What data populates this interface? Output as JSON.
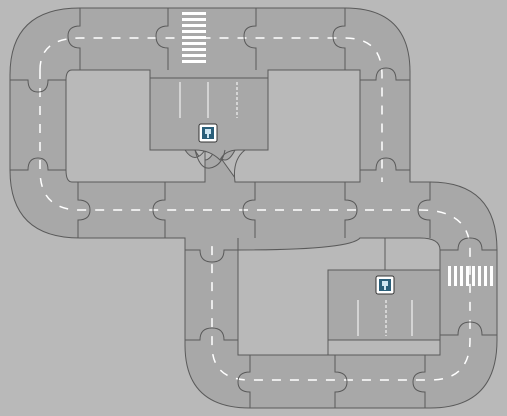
{
  "colors": {
    "background": "#b9b9b9",
    "tile": "#a8a8a8",
    "tile_edge": "#5a5a5a",
    "lane_marking": "#ffffff",
    "parking_line": "#e6e6e6",
    "token_fill": "#2a5f7a",
    "token_frame": "#ffffff"
  },
  "board": {
    "pieces": [
      {
        "kind": "curve",
        "id": "curve-top-left"
      },
      {
        "kind": "straight",
        "id": "straight-top-1"
      },
      {
        "kind": "crosswalk",
        "id": "crosswalk-top"
      },
      {
        "kind": "straight",
        "id": "straight-top-2"
      },
      {
        "kind": "curve",
        "id": "curve-top-right"
      },
      {
        "kind": "straight",
        "id": "straight-left-1"
      },
      {
        "kind": "curve",
        "id": "curve-left-bottom"
      },
      {
        "kind": "straight",
        "id": "straight-mid-1"
      },
      {
        "kind": "intersection",
        "id": "intersection-center"
      },
      {
        "kind": "straight",
        "id": "straight-mid-2"
      },
      {
        "kind": "straight",
        "id": "straight-right-1"
      },
      {
        "kind": "curve",
        "id": "curve-right-upper"
      },
      {
        "kind": "crosswalk",
        "id": "crosswalk-right"
      },
      {
        "kind": "straight",
        "id": "straight-lower-left"
      },
      {
        "kind": "curve",
        "id": "curve-bottom-left"
      },
      {
        "kind": "straight",
        "id": "straight-bottom-1"
      },
      {
        "kind": "straight",
        "id": "straight-bottom-2"
      },
      {
        "kind": "curve",
        "id": "curve-bottom-right"
      }
    ],
    "parking_lots": [
      {
        "id": "parking-top",
        "stalls": 4
      },
      {
        "id": "parking-bottom",
        "stalls": 4
      }
    ],
    "tokens": [
      {
        "id": "parking-token-top",
        "icon": "parking-meter-icon"
      },
      {
        "id": "parking-token-bottom",
        "icon": "parking-meter-icon"
      }
    ]
  }
}
